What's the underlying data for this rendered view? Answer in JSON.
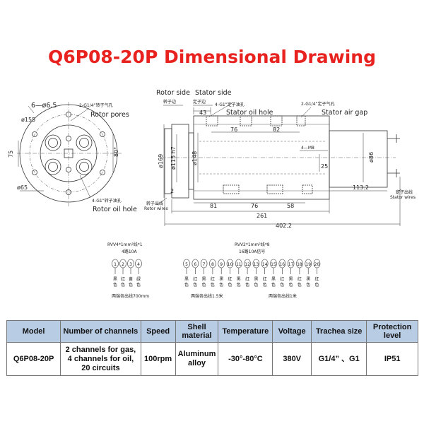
{
  "title": "Q6P08-20P Dimensional Drawing",
  "front_view": {
    "hole_note": "6—ø6.5",
    "dia_155": "ø155",
    "dia_65": "ø65",
    "dim_75": "75",
    "dim_80": "80°",
    "gas_port_cn": "2-G1/4”转子气孔",
    "gas_port_en": "Rotor pores",
    "oil_port_cn": "4-G1”转子油孔",
    "oil_port_en": "Rotor oil hole"
  },
  "side_view": {
    "rotor_side": "Rotor side",
    "stator_side": "Stator side",
    "rotor_side_cn": "转子边",
    "stator_side_cn": "定子边",
    "oil_port_cn": "4-G1”定子油孔",
    "oil_port_en": "Stator oil hole",
    "gas_port_cn": "2-G1/4”定子气孔",
    "gas_port_en": "Stator air gap",
    "dim_43": "43",
    "dim_76_top": "76",
    "dim_82": "82",
    "dia_169": "ø169",
    "dia_115": "ø115 h7",
    "dia_148": "ø148",
    "dia_86": "ø86",
    "m8_note": "4—M8",
    "dim_25": "25",
    "dim_2": "2",
    "dim_113": "113.2",
    "rotor_wire_cn": "转子出线",
    "rotor_wire_en": "Rotor wires",
    "stator_wire_cn": "定子出线",
    "stator_wire_en": "Stator wires",
    "dim_81": "81",
    "dim_76_bot": "76",
    "dim_58": "58",
    "dim_261": "261",
    "dim_402": "402.2"
  },
  "wiring": {
    "left_header1": "RVV4*1mm²线*1",
    "left_header2": "4路10A",
    "left_numbers": [
      "1",
      "2",
      "3",
      "4"
    ],
    "left_colors": [
      "黑色",
      "红色",
      "黄色",
      "绿色"
    ],
    "left_footer": "两端各出线700mm",
    "right_header1": "RVV2*1mm²线*8",
    "right_header2": "16路10A信号",
    "right_numbers": [
      "5",
      "6",
      "7",
      "8",
      "9",
      "10",
      "11",
      "12",
      "13",
      "14",
      "15",
      "16",
      "17",
      "18",
      "19",
      "20"
    ],
    "right_colors": [
      "黑色",
      "红色",
      "黑色",
      "红色",
      "黑色",
      "红色",
      "黑色",
      "红色",
      "黑色",
      "红色",
      "黑色",
      "红色",
      "黑色",
      "红色",
      "黑色",
      "红色"
    ],
    "right_footer1": "两端各出线1.5米",
    "right_footer2": "两端各出线1米"
  },
  "spec_table": {
    "headers": [
      "Model",
      "Number of channels",
      "Speed",
      "Shell material",
      "Temperature",
      "Voltage",
      "Trachea size",
      "Protection level"
    ],
    "row": [
      "Q6P08-20P",
      "2 channels for gas, 4 channels for oil, 20 circuits",
      "100rpm",
      "Aluminum alloy",
      "-30°-80°C",
      "380V",
      "G1/4” 、G1",
      "IP51"
    ]
  }
}
